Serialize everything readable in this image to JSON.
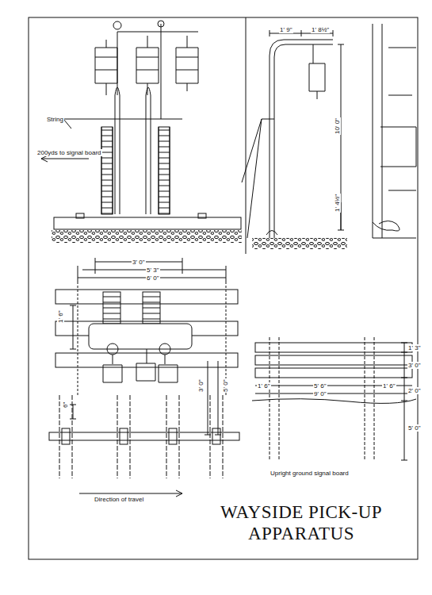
{
  "diagram": {
    "title": "WAYSIDE PICK-UP APPARATUS",
    "labels": [
      "String",
      "200yds to signal board",
      "3' 0\"",
      "5' 3\"",
      "6' 0\"",
      "1' 6\"",
      "6\"",
      "3' 0\"",
      "5' 0\"",
      "Direction of travel",
      "1' 9\"",
      "1' 8½\"",
      "10' 0\"",
      "1' 4½\"",
      "1' 6\"",
      "5' 6\"",
      "9' 0\"",
      "1' 6\"",
      "1' 3\"",
      "3' 0\"",
      "2' 0\"",
      "5' 0\"",
      "Upright ground signal board"
    ]
  }
}
